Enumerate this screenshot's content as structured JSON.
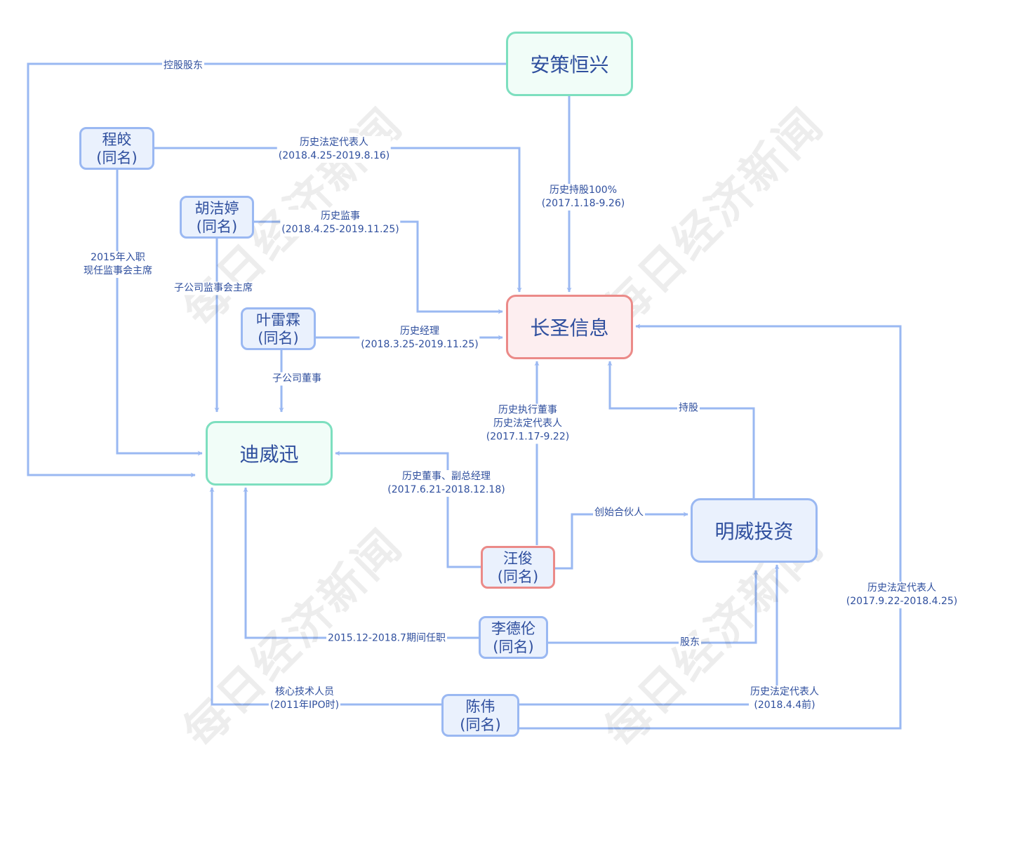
{
  "colors": {
    "edge": "#9ab8f2",
    "text": "#2f4f9e",
    "green_border": "#7ddfbf",
    "red_border": "#eb8a88",
    "blue_border": "#9ab8f2"
  },
  "watermark": "每日经济新闻",
  "companies": {
    "anceheng": "安策恒兴",
    "changsheng": "长圣信息",
    "diweixun": "迪威迅",
    "mingwei": "明威投资"
  },
  "people": {
    "chengjiao": {
      "name": "程皎",
      "note": "(同名)"
    },
    "hujieting": {
      "name": "胡洁婷",
      "note": "(同名)"
    },
    "yeleilin": {
      "name": "叶雷霖",
      "note": "(同名)"
    },
    "wangjun": {
      "name": "汪俊",
      "note": "(同名)"
    },
    "lidelun": {
      "name": "李德伦",
      "note": "(同名)"
    },
    "chenwei": {
      "name": "陈伟",
      "note": "(同名)"
    }
  },
  "edges": {
    "kongu": {
      "l1": "控股股东"
    },
    "anc_chang": {
      "l1": "历史持股100%",
      "l2": "(2017.1.18-9.26)"
    },
    "cheng_chang": {
      "l1": "历史法定代表人",
      "l2": "(2018.4.25-2019.8.16)"
    },
    "cheng_di": {
      "l1": "2015年入职",
      "l2": "现任监事会主席"
    },
    "hu_chang": {
      "l1": "历史监事",
      "l2": "(2018.4.25-2019.11.25)"
    },
    "hu_di": {
      "l1": "子公司监事会主席"
    },
    "ye_chang": {
      "l1": "历史经理",
      "l2": "(2018.3.25-2019.11.25)"
    },
    "ye_di": {
      "l1": "子公司董事"
    },
    "wang_chang": {
      "l1": "历史执行董事",
      "l2": "历史法定代表人",
      "l3": "(2017.1.17-9.22)"
    },
    "wang_di": {
      "l1": "历史董事、副总经理",
      "l2": "(2017.6.21-2018.12.18)"
    },
    "wang_ming": {
      "l1": "创始合伙人"
    },
    "ming_chang": {
      "l1": "持股"
    },
    "li_di": {
      "l1": "2015.12-2018.7期间任职"
    },
    "li_ming": {
      "l1": "股东"
    },
    "chen_di": {
      "l1": "核心技术人员",
      "l2": "(2011年IPO时)"
    },
    "chen_ming": {
      "l1": "历史法定代表人",
      "l2": "(2018.4.4前)"
    },
    "chen_chang": {
      "l1": "历史法定代表人",
      "l2": "(2017.9.22-2018.4.25)"
    }
  }
}
